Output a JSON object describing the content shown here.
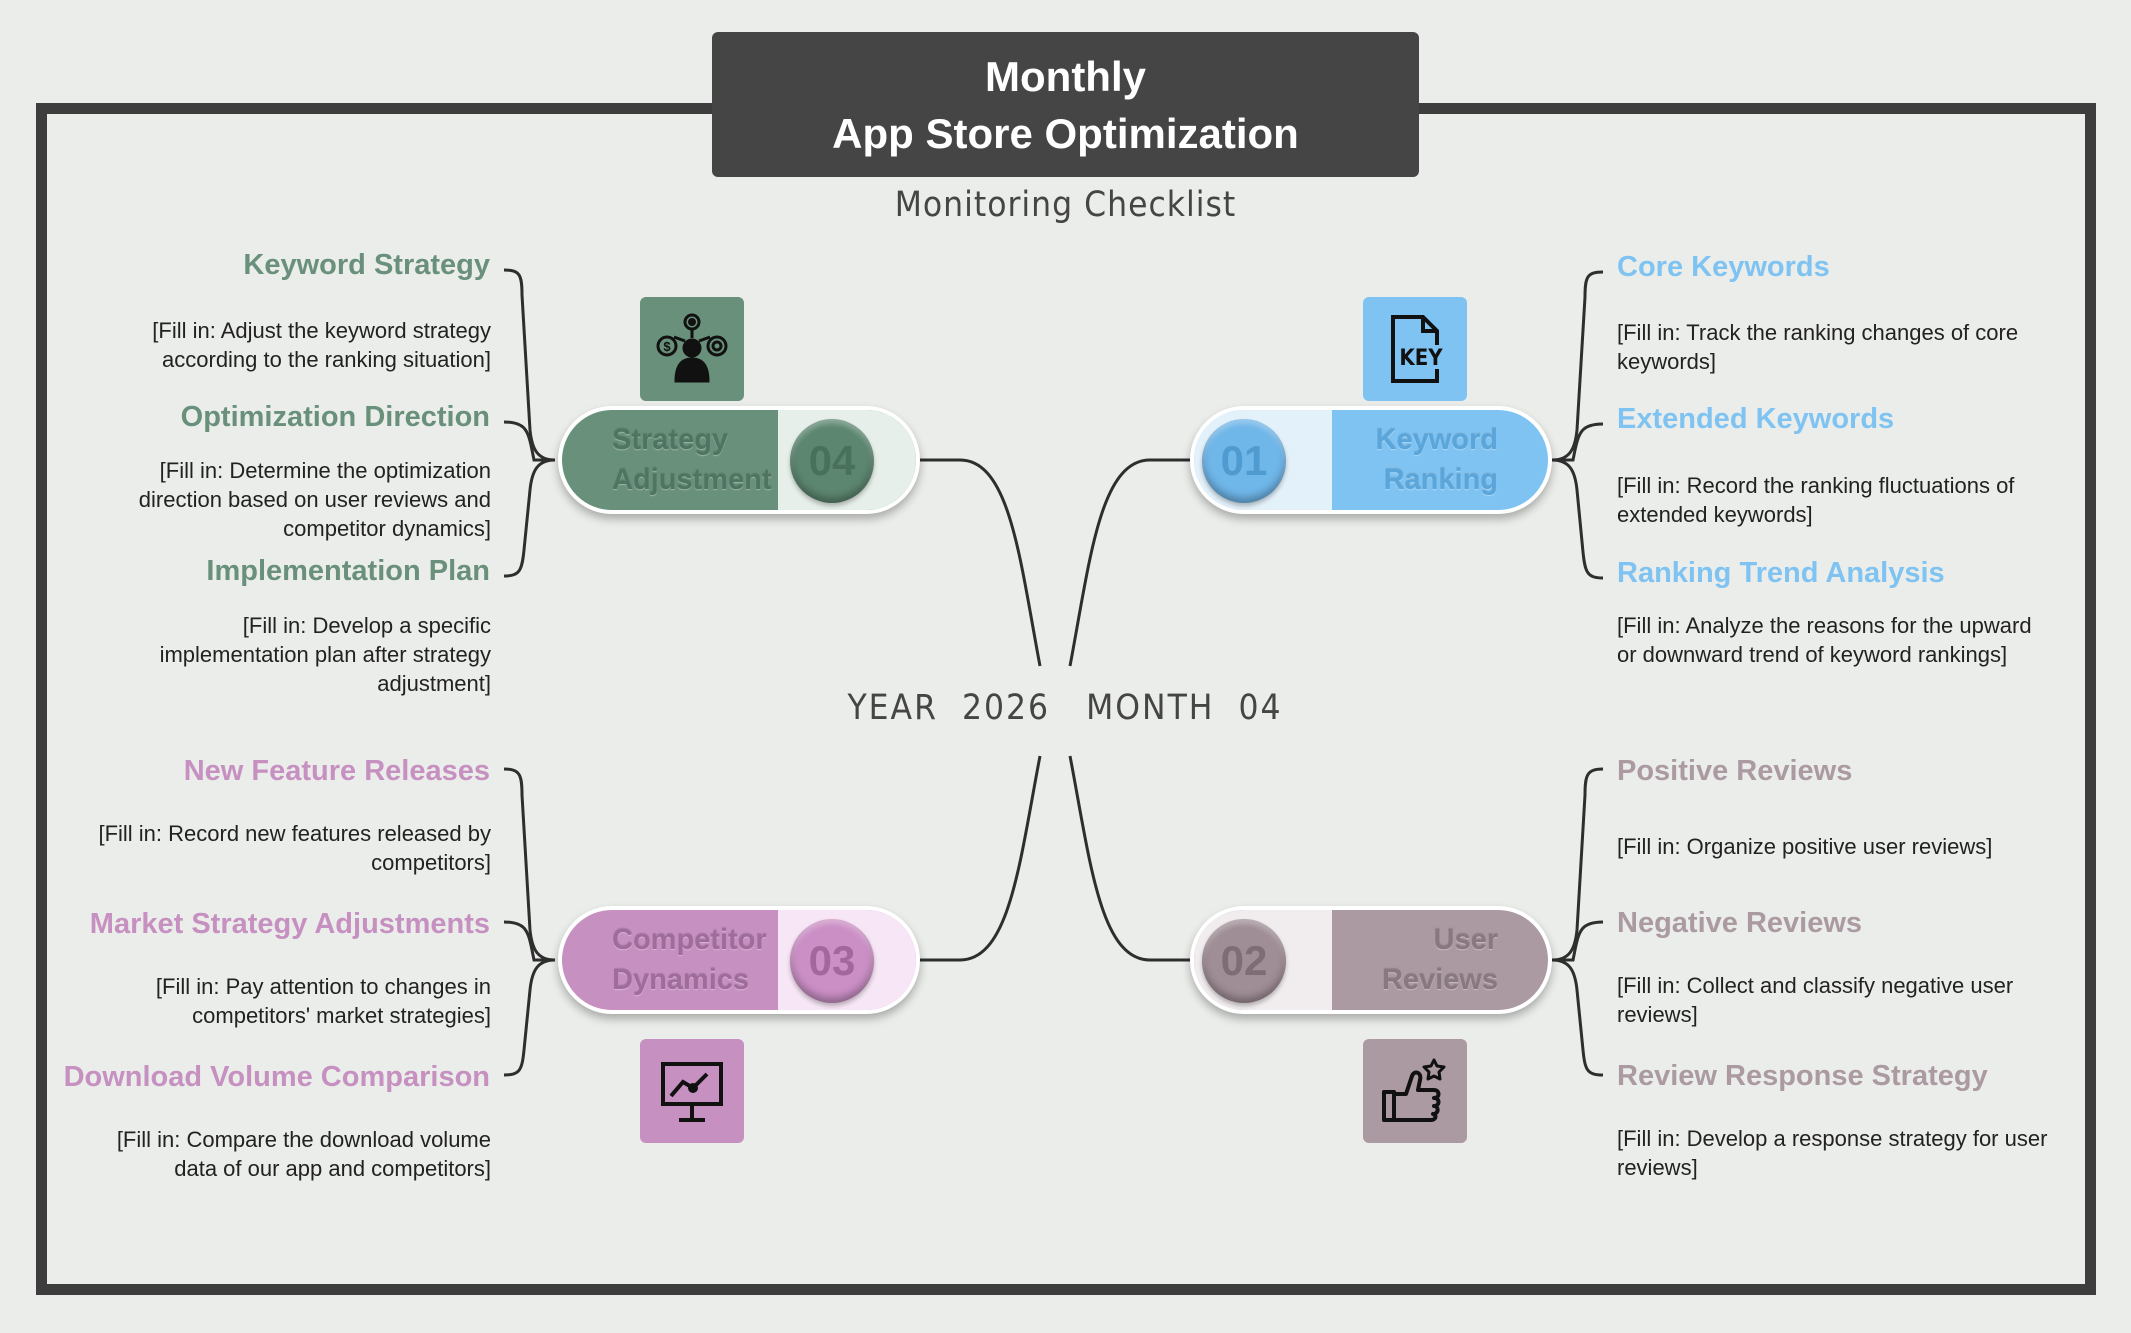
{
  "title": {
    "line1": "Monthly",
    "line2": "App Store Optimization"
  },
  "subtitle": "Monitoring Checklist",
  "center_date": "YEAR  2026   MONTH  04",
  "colors": {
    "green": "#69907a",
    "blue": "#7fc3f2",
    "pink": "#c690c1",
    "mauve": "#ab9aa1",
    "frame": "#3d3d3d",
    "title_bg": "#454545"
  },
  "nodes": {
    "keyword_ranking": {
      "number": "01",
      "label_line1": "Keyword",
      "label_line2": "Ranking",
      "icon": "key-document-icon",
      "items": [
        {
          "heading": "Core Keywords",
          "text": "[Fill in: Track the ranking changes of core keywords]"
        },
        {
          "heading": "Extended Keywords",
          "text": "[Fill in: Record the ranking fluctuations of extended keywords]"
        },
        {
          "heading": "Ranking Trend Analysis",
          "text": "[Fill in: Analyze the reasons for the upward or downward trend of keyword rankings]"
        }
      ]
    },
    "user_reviews": {
      "number": "02",
      "label_line1": "User",
      "label_line2": "Reviews",
      "icon": "thumbs-up-star-icon",
      "items": [
        {
          "heading": "Positive Reviews",
          "text": "[Fill in: Organize positive user reviews]"
        },
        {
          "heading": "Negative Reviews",
          "text": "[Fill in: Collect and classify negative user reviews]"
        },
        {
          "heading": "Review Response Strategy",
          "text": "[Fill in: Develop a response strategy for user reviews]"
        }
      ]
    },
    "competitor_dynamics": {
      "number": "03",
      "label_line1": "Competitor",
      "label_line2": "Dynamics",
      "icon": "presentation-chart-icon",
      "items": [
        {
          "heading": "New Feature Releases",
          "text": "[Fill in: Record new features released by competitors]"
        },
        {
          "heading": "Market Strategy Adjustments",
          "text": "[Fill in: Pay attention to changes in competitors' market strategies]"
        },
        {
          "heading": "Download Volume Comparison",
          "text": "[Fill in: Compare the download volume data of our app and competitors]"
        }
      ]
    },
    "strategy_adjustment": {
      "number": "04",
      "label_line1": "Strategy",
      "label_line2": "Adjustment",
      "icon": "strategist-gears-icon",
      "items": [
        {
          "heading": "Keyword Strategy",
          "text": "[Fill in: Adjust the keyword strategy according to the ranking situation]"
        },
        {
          "heading": "Optimization Direction",
          "text": "[Fill in: Determine the optimization direction based on user reviews and competitor dynamics]"
        },
        {
          "heading": "Implementation Plan",
          "text": "[Fill in: Develop a specific implementation plan after strategy adjustment]"
        }
      ]
    }
  }
}
